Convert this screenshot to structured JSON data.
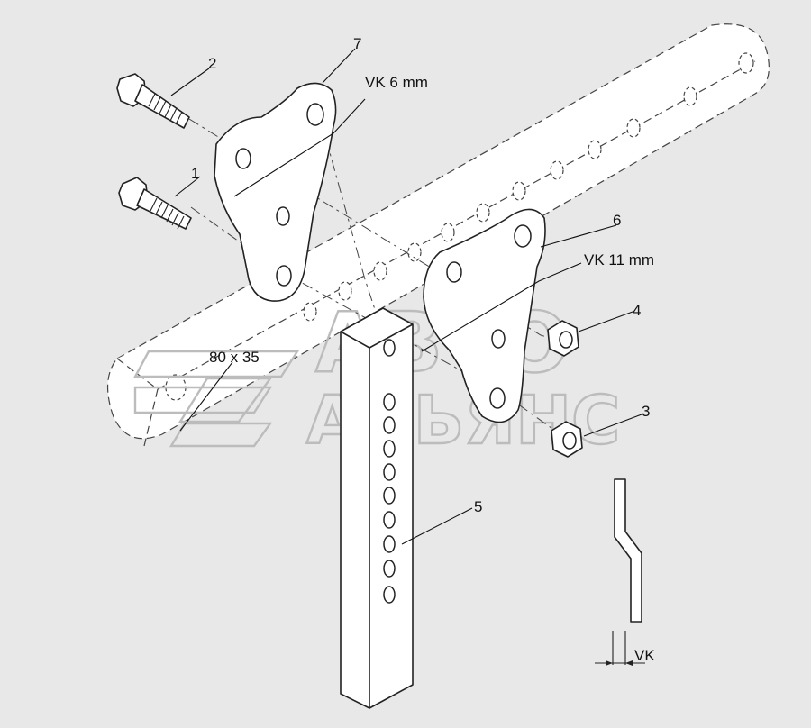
{
  "labels": {
    "p1": "1",
    "p2": "2",
    "p3": "3",
    "p4": "4",
    "p5": "5",
    "p6": "6",
    "p7": "7",
    "vk6": "VK 6 mm",
    "vk11": "VK 11 mm",
    "section": "80 x 35",
    "vk": "VK"
  },
  "watermark": {
    "line1": "АВТО",
    "line2": "АЛЬЯНС"
  },
  "colors": {
    "background": "#e8e8e8",
    "line": "#222222",
    "watermark": "#bcbcbc"
  }
}
